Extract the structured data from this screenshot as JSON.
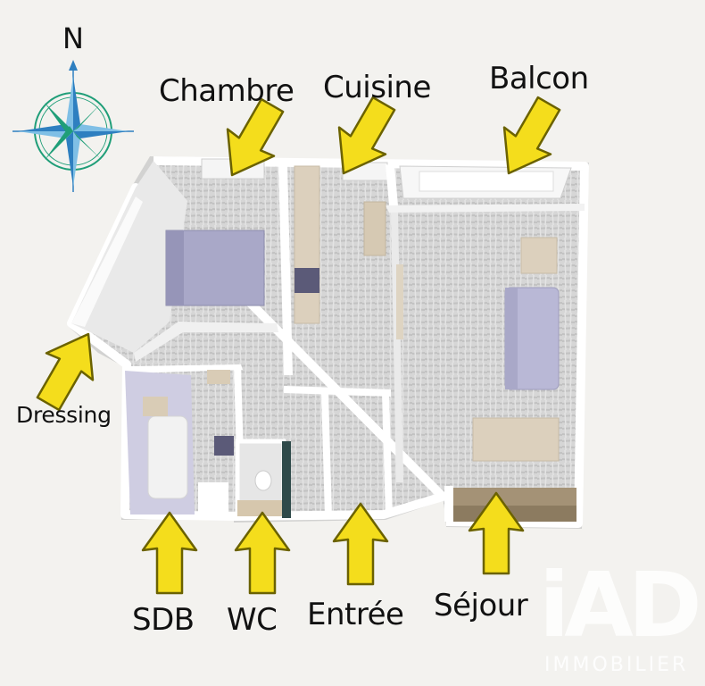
{
  "compass": {
    "north_label": "N",
    "icon": "compass-rose-icon"
  },
  "rooms": {
    "chambre": "Chambre",
    "cuisine": "Cuisine",
    "balcon": "Balcon",
    "dressing": "Dressing",
    "sdb": "SDB",
    "wc": "WC",
    "entree": "Entrée",
    "sejour": "Séjour"
  },
  "brand": {
    "logo": "iAD",
    "sub": "IMMOBILIER"
  },
  "colors": {
    "arrow_fill": "#f4dd1c",
    "arrow_stroke": "#6b6200",
    "compass_green": "#1f9e78",
    "compass_blue": "#2e7fc0",
    "wall": "#ffffff",
    "floor": "#cfcfcf",
    "bed": "#a9a8c8",
    "sofa": "#b9b8d6",
    "furniture_wood": "#dcd0bd"
  }
}
